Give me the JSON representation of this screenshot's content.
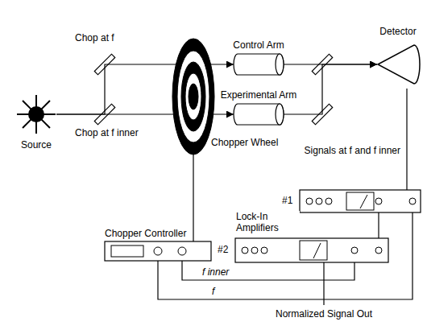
{
  "diagram": {
    "nodes": [
      {
        "text": [
          "Source"
        ]
      },
      {
        "text": [
          "Chopper Wheel"
        ]
      },
      {
        "text": [
          "Control Arm"
        ]
      },
      {
        "text": [
          "Experimental Arm"
        ]
      },
      {
        "text": [
          "Detector"
        ]
      },
      {
        "text": [
          "#1"
        ]
      },
      {
        "text": [
          "#2"
        ]
      },
      {
        "text": [
          "Chopper Controller"
        ]
      }
    ],
    "edges": [
      {
        "from": 0,
        "to": 2,
        "arrow": "to"
      },
      {
        "from": 0,
        "to": 3,
        "arrow": "to"
      },
      {
        "from": 2,
        "to": 4,
        "arrow": "to"
      },
      {
        "from": 3,
        "to": 4,
        "arrow": "to"
      },
      {
        "from": 4,
        "to": 5,
        "arrow": "none"
      },
      {
        "from": 5,
        "to": 6,
        "arrow": "none"
      },
      {
        "from": 7,
        "to": 6,
        "arrow": "none",
        "label": "f inner"
      },
      {
        "from": 7,
        "to": 5,
        "arrow": "none",
        "label": "f"
      },
      {
        "from": 1,
        "to": 7,
        "arrow": "none"
      }
    ],
    "labels": [
      "Chop at f",
      "Chop at f inner",
      "Signals at f and f inner",
      "Lock-In Amplifiers",
      "Normalized Signal Out"
    ]
  }
}
